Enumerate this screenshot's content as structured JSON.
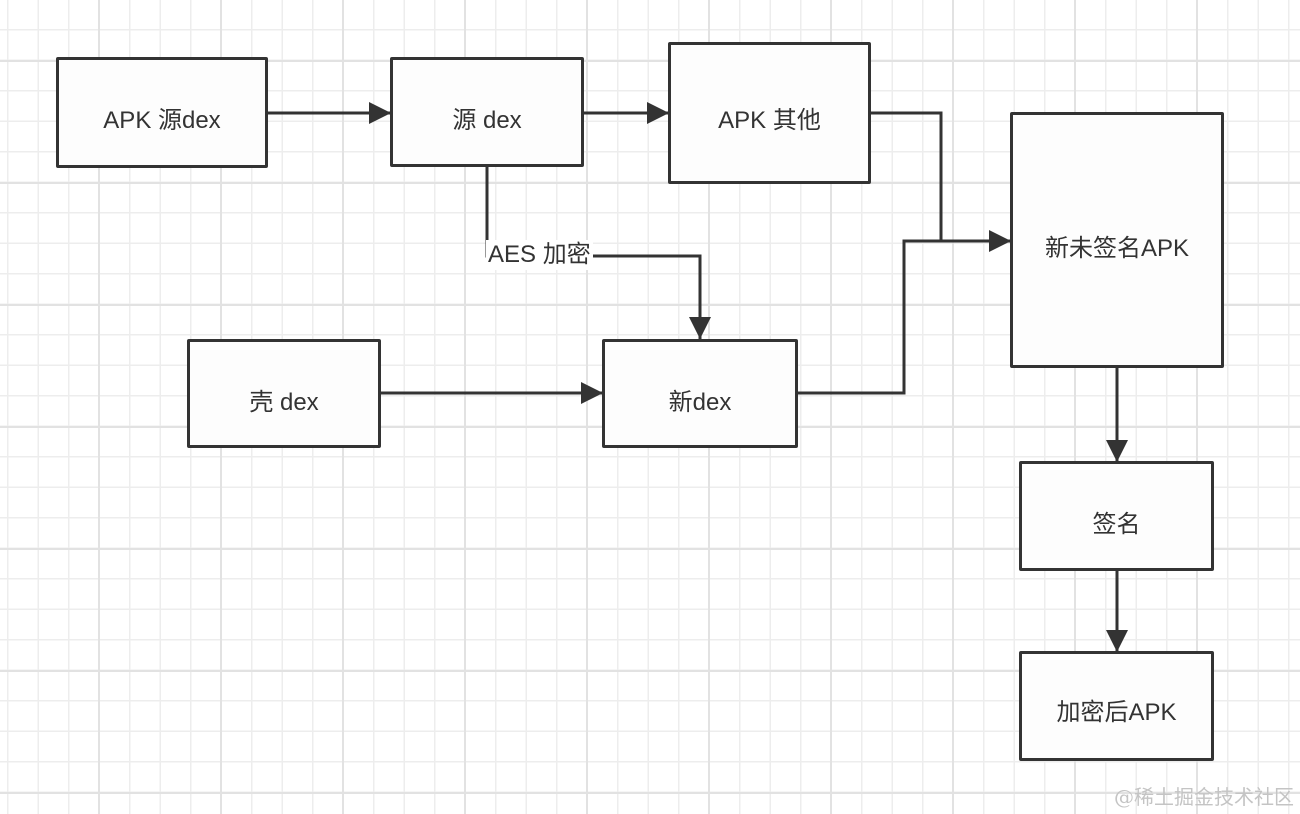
{
  "diagram": {
    "title": "APK 加固流程",
    "nodes": [
      {
        "id": "apk-source-dex",
        "label": "APK 源dex"
      },
      {
        "id": "source-dex",
        "label": "源 dex"
      },
      {
        "id": "apk-other",
        "label": "APK 其他"
      },
      {
        "id": "new-unsigned-apk",
        "label": "新未签名APK"
      },
      {
        "id": "shell-dex",
        "label": "壳 dex"
      },
      {
        "id": "new-dex",
        "label": "新dex"
      },
      {
        "id": "sign",
        "label": "签名"
      },
      {
        "id": "encrypted-apk",
        "label": "加密后APK"
      }
    ],
    "edges": [
      {
        "from": "apk-source-dex",
        "to": "source-dex",
        "label": ""
      },
      {
        "from": "source-dex",
        "to": "apk-other",
        "label": ""
      },
      {
        "from": "source-dex",
        "to": "new-dex",
        "label": "AES 加密"
      },
      {
        "from": "shell-dex",
        "to": "new-dex",
        "label": ""
      },
      {
        "from": "apk-other",
        "to": "new-unsigned-apk",
        "label": ""
      },
      {
        "from": "new-dex",
        "to": "new-unsigned-apk",
        "label": ""
      },
      {
        "from": "new-unsigned-apk",
        "to": "sign",
        "label": ""
      },
      {
        "from": "sign",
        "to": "encrypted-apk",
        "label": ""
      }
    ],
    "colors": {
      "stroke": "#333333",
      "grid": "#e6e6e6",
      "watermark": "#c4c4c4"
    }
  },
  "watermark": "@稀土掘金技术社区"
}
